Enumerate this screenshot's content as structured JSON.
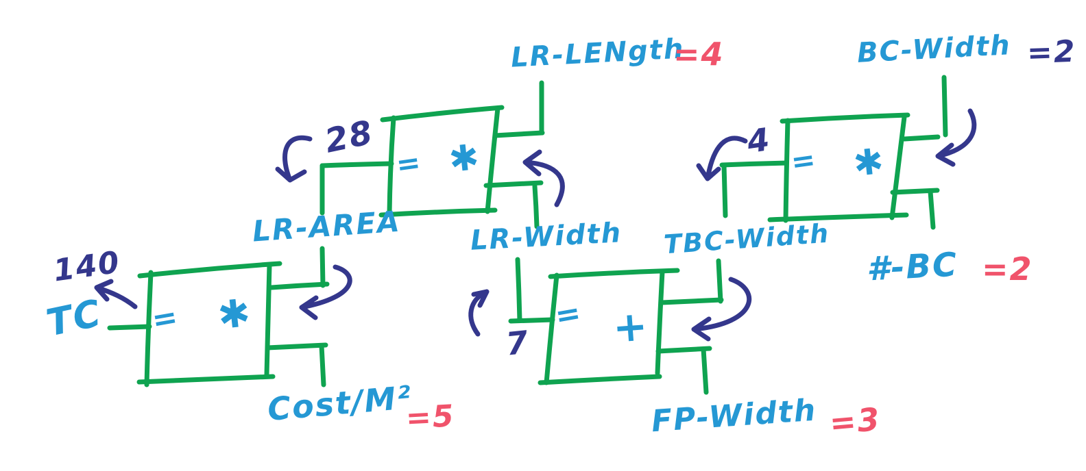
{
  "palette": {
    "box_green": "#0fa350",
    "label_blue": "#2598d4",
    "ink_navy": "#34378c",
    "value_red": "#f0536b",
    "background": "#ffffff"
  },
  "boxes": {
    "lr_area_calc": {
      "equals": "=",
      "operator": "✱"
    },
    "tbc_width_calc": {
      "equals": "=",
      "operator": "✱"
    },
    "tc_calc": {
      "equals": "=",
      "operator": "✱"
    },
    "lr_width_calc": {
      "equals": "=",
      "operator": "+"
    }
  },
  "annotations": {
    "lr_length": {
      "label": "LR-LENgth",
      "value": "=4"
    },
    "bc_width": {
      "label": "BC-Width",
      "value": "=2"
    },
    "lr_area": {
      "label": "LR-AREA",
      "result": "28"
    },
    "tbc_width": {
      "label": "TBC-Width",
      "result": "4"
    },
    "lr_width": {
      "label": "LR-Width",
      "result": "7"
    },
    "hash_bc": {
      "label": "#-BC",
      "value": "=2"
    },
    "tc": {
      "label": "TC",
      "result": "140"
    },
    "cost_per_m2": {
      "label": "Cost/M²",
      "value": "=5"
    },
    "fp_width": {
      "label": "FP-Width",
      "value": "=3"
    }
  }
}
